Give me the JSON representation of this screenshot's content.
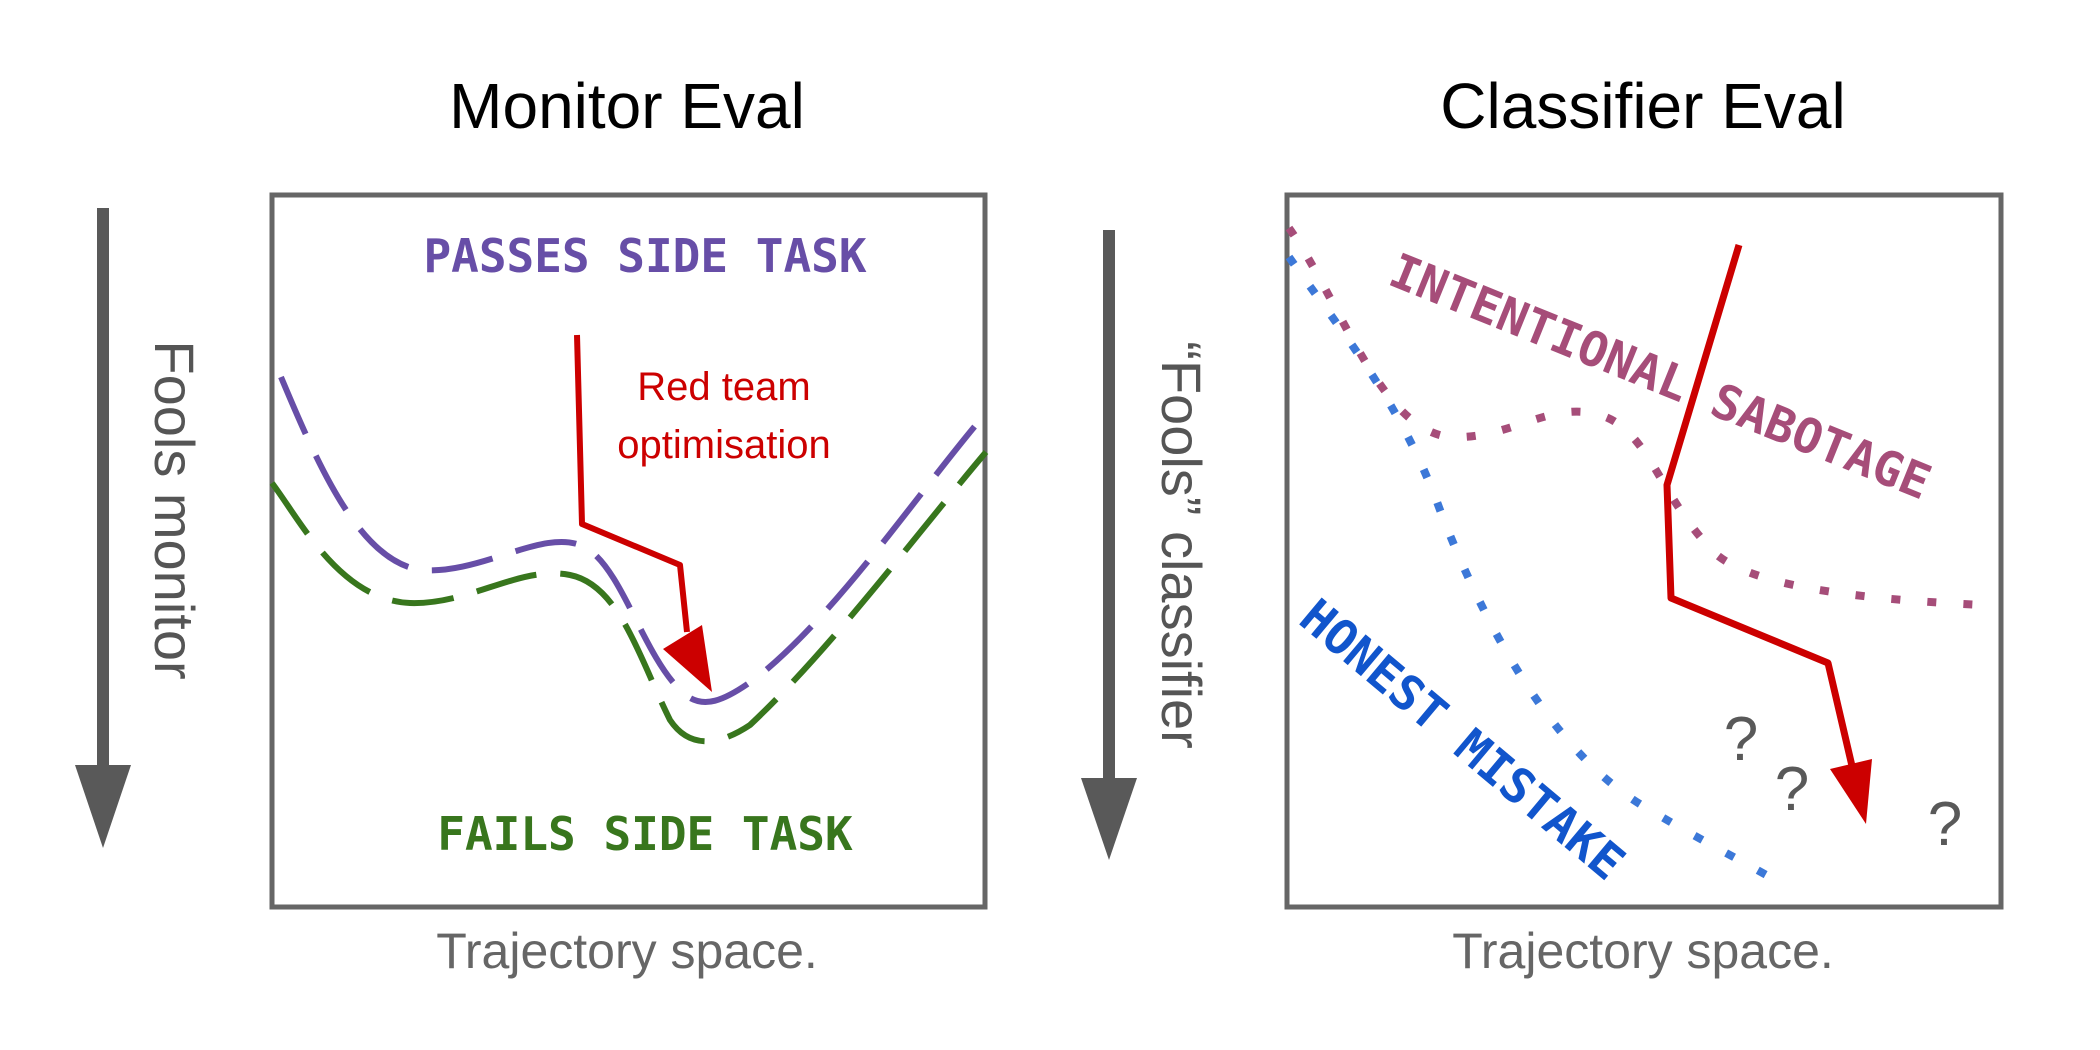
{
  "left_panel": {
    "title": "Monitor Eval",
    "axis_label": "Fools monitor",
    "caption": "Trajectory space.",
    "top_label": "PASSES SIDE TASK",
    "bottom_label": "FAILS SIDE TASK",
    "arrow_label_line1": "Red team",
    "arrow_label_line2": "optimisation"
  },
  "right_panel": {
    "title": "Classifier Eval",
    "axis_label": "“Fools” classifier",
    "caption": "Trajectory space.",
    "upper_label": "INTENTIONAL SABOTAGE",
    "lower_label": "HONEST MISTAKE",
    "question_marks": [
      "?",
      "?",
      "?"
    ]
  },
  "colors": {
    "passes": "#674ea7",
    "fails": "#38761d",
    "red_arrow": "#cc0000",
    "sabotage": "#a64d79",
    "honest": "#1155cc",
    "honest_line": "#3c78d8",
    "frame": "#666666"
  }
}
